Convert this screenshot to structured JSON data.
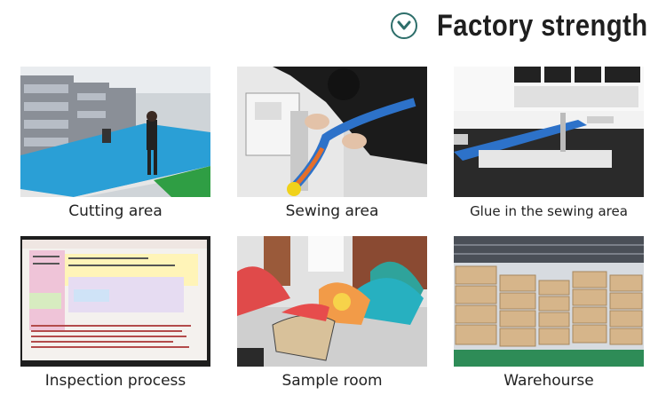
{
  "header": {
    "icon": "chevron-down-circle-icon",
    "title": "Factory strength",
    "accent_color": "#2d6e6a"
  },
  "gallery": [
    {
      "caption": "Cutting area"
    },
    {
      "caption": "Sewing area"
    },
    {
      "caption": "Glue in the sewing area"
    },
    {
      "caption": "Inspection process"
    },
    {
      "caption": "Sample room"
    },
    {
      "caption": "Warehourse"
    }
  ]
}
